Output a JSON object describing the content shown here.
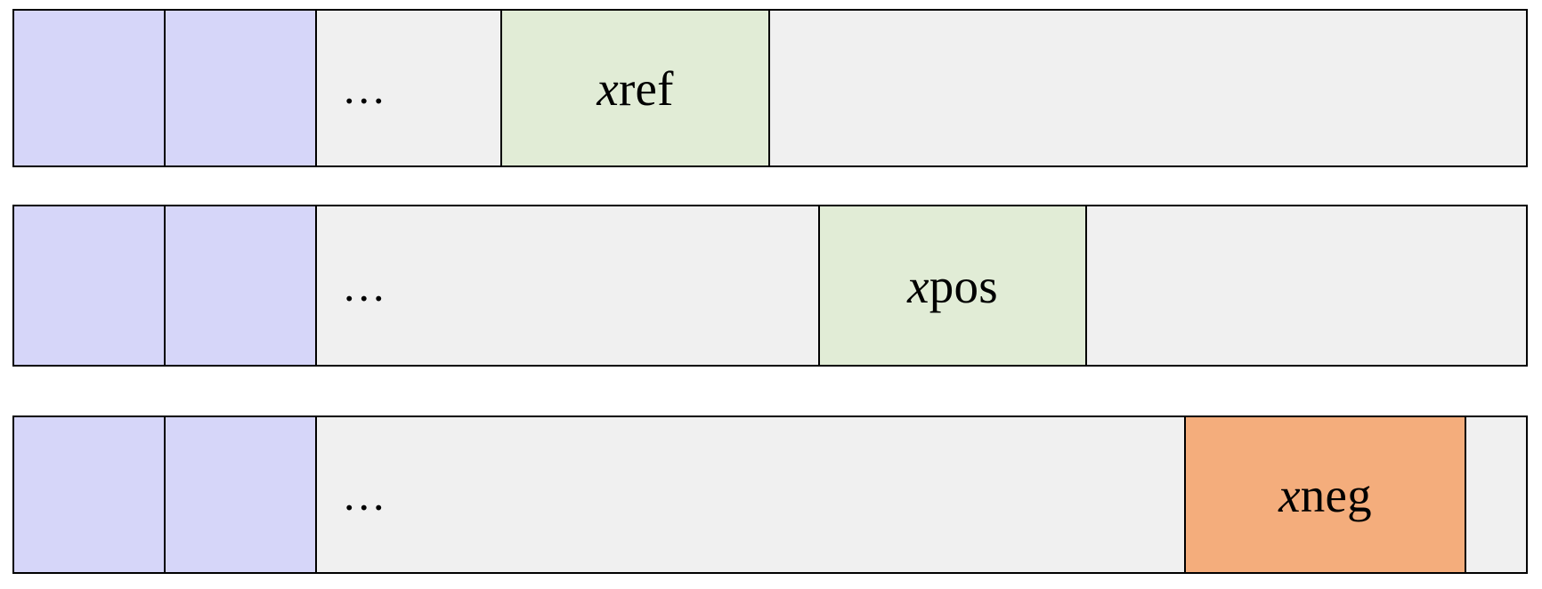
{
  "diagram": {
    "type": "token-sequence-rows",
    "description": "Three token-sequence strips illustrating reference, positive and negative examples",
    "colors": {
      "prefix_fill": "#d6d6f9",
      "body_fill": "#f0f0f0",
      "highlight_green": "#e1ecd6",
      "highlight_orange": "#f4ad7c",
      "border": "#000000",
      "background": "#ffffff"
    },
    "ellipsis": "...",
    "rows": [
      {
        "name": "reference-row",
        "highlight_label_var": "x",
        "highlight_label_sub": "ref",
        "highlight_color": "#e1ecd6",
        "cells": [
          {
            "name": "prefix-token-1",
            "fill": "prefix_fill",
            "label": ""
          },
          {
            "name": "prefix-token-2",
            "fill": "prefix_fill",
            "label": ""
          },
          {
            "name": "ellipsis-span",
            "fill": "body_fill",
            "label": "..."
          },
          {
            "name": "highlight-xref",
            "fill": "highlight_green",
            "label": "xref"
          },
          {
            "name": "tail-span",
            "fill": "body_fill",
            "label": ""
          }
        ]
      },
      {
        "name": "positive-row",
        "highlight_label_var": "x",
        "highlight_label_sub": "pos",
        "highlight_color": "#e1ecd6",
        "cells": [
          {
            "name": "prefix-token-1",
            "fill": "prefix_fill",
            "label": ""
          },
          {
            "name": "prefix-token-2",
            "fill": "prefix_fill",
            "label": ""
          },
          {
            "name": "ellipsis-span",
            "fill": "body_fill",
            "label": "..."
          },
          {
            "name": "highlight-xpos",
            "fill": "highlight_green",
            "label": "xpos"
          },
          {
            "name": "tail-span",
            "fill": "body_fill",
            "label": ""
          }
        ]
      },
      {
        "name": "negative-row",
        "highlight_label_var": "x",
        "highlight_label_sub": "neg",
        "highlight_color": "#f4ad7c",
        "cells": [
          {
            "name": "prefix-token-1",
            "fill": "prefix_fill",
            "label": ""
          },
          {
            "name": "prefix-token-2",
            "fill": "prefix_fill",
            "label": ""
          },
          {
            "name": "ellipsis-span",
            "fill": "body_fill",
            "label": "..."
          },
          {
            "name": "highlight-xneg",
            "fill": "highlight_orange",
            "label": "xneg"
          },
          {
            "name": "tail-span",
            "fill": "body_fill",
            "label": ""
          }
        ]
      }
    ]
  }
}
